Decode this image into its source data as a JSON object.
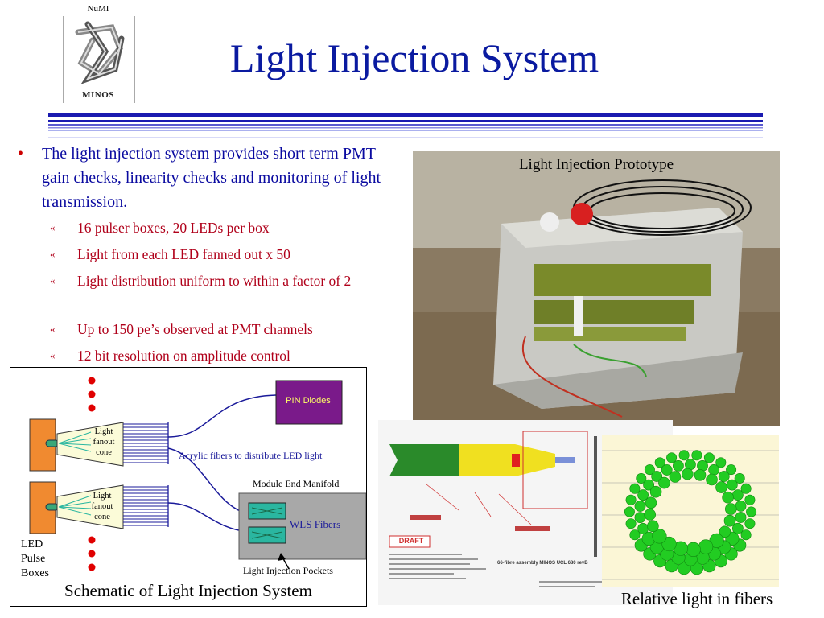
{
  "header": {
    "logo_top_text": "NuMI",
    "logo_bottom_text": "MINOS",
    "title": "Light Injection System"
  },
  "colors": {
    "title": "#0a1aa0",
    "bullet_text": "#0a0aa0",
    "sub_bullet_text": "#b0001a",
    "rule_blue": "#1a1ab0"
  },
  "content": {
    "main_bullet_marker": "•",
    "main_bullet": "The light injection system provides short term PMT gain checks, linearity checks and monitoring of light transmission.",
    "sub_bullet_marker": "«",
    "sub_bullets": [
      "16 pulser boxes, 20 LEDs per box",
      "Light from each LED fanned out x 50",
      "Light distribution uniform to within a factor of 2",
      "Up to 150 pe’s observed at PMT channels",
      "12 bit resolution on amplitude control"
    ]
  },
  "photo": {
    "caption": "Light Injection Prototype"
  },
  "schematic": {
    "pin_diodes": "PIN Diodes",
    "fanout_label_1": [
      "Light",
      "fanout",
      "cone"
    ],
    "fanout_label_2": [
      "Light",
      "fanout",
      "cone"
    ],
    "acrylic_label": "Acrylic fibers to distribute LED light",
    "manifold_label": "Module End Manifold",
    "wls_label": "WLS Fibers",
    "pockets_label": "Light Injection Pockets",
    "led_label": [
      "LED",
      "Pulse",
      "Boxes"
    ],
    "caption": "Schematic of Light Injection System"
  },
  "drawing": {
    "draft_label": "DRAFT",
    "assembly_note": "66-fibre assembly MINOS UCL 680 revB"
  },
  "fibers_plot": {
    "caption": "Relative light in fibers"
  }
}
